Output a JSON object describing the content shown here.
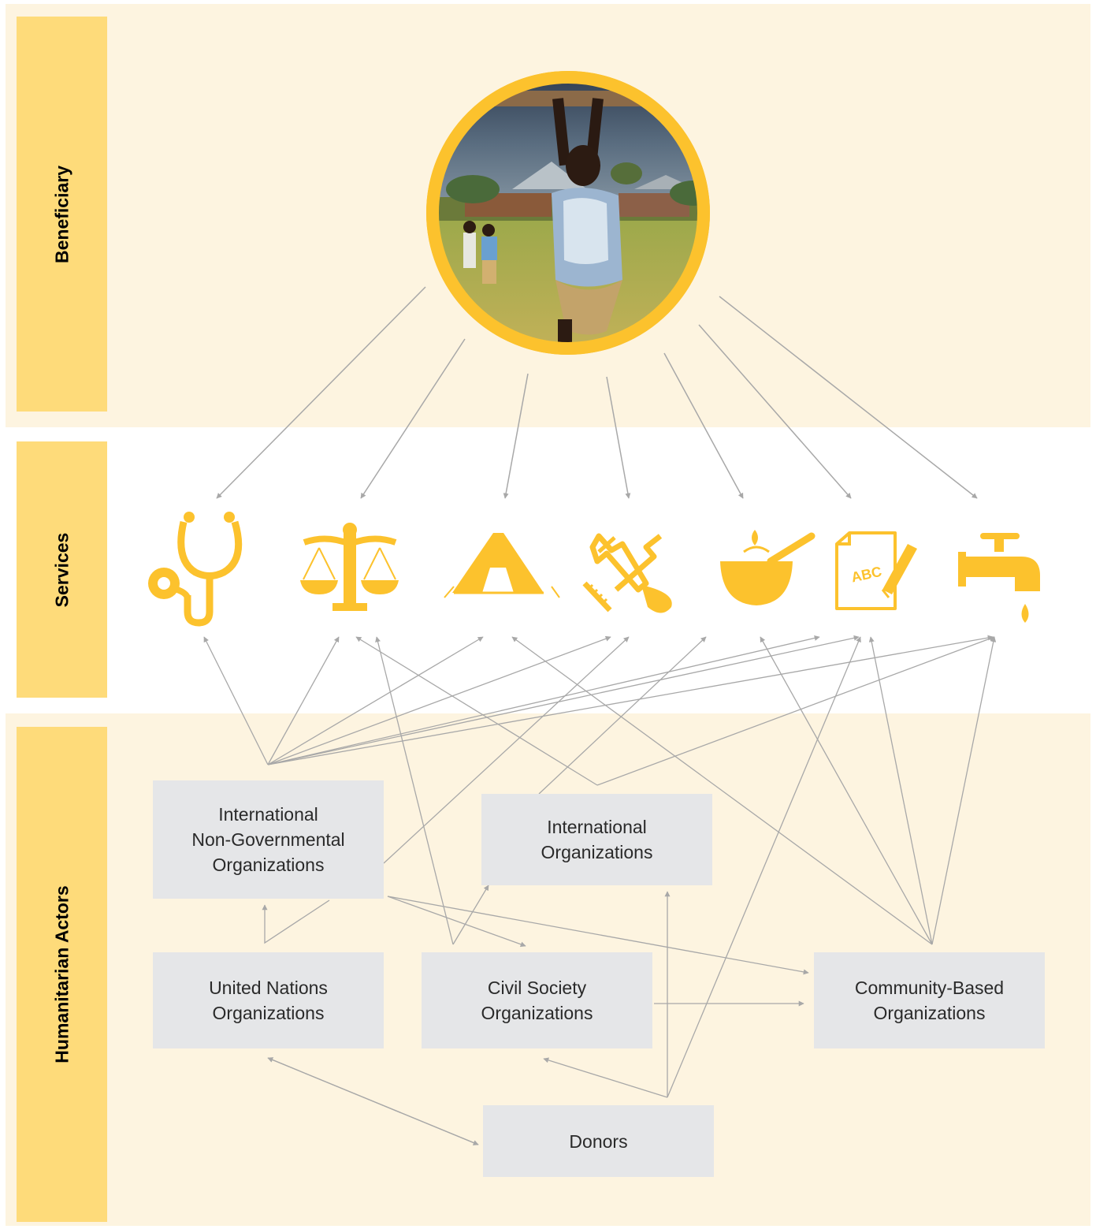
{
  "sections": {
    "beneficiary": "Beneficiary",
    "services": "Services",
    "actors": "Humanitarian Actors"
  },
  "beneficiary": {
    "photo": "beneficiary-photo"
  },
  "services": [
    {
      "id": "health",
      "icon": "stethoscope-icon"
    },
    {
      "id": "protection",
      "icon": "scales-icon"
    },
    {
      "id": "shelter",
      "icon": "tent-icon"
    },
    {
      "id": "livelihoods",
      "icon": "shovel-rake-icon"
    },
    {
      "id": "nutrition",
      "icon": "food-bowl-icon"
    },
    {
      "id": "education",
      "icon": "abc-pencil-icon",
      "icon_text": "ABC"
    },
    {
      "id": "water",
      "icon": "water-tap-icon"
    }
  ],
  "actors": {
    "ingo": "International\nNon-Governmental\nOrganizations",
    "io": "International\nOrganizations",
    "un": "United Nations\nOrganizations",
    "cso": "Civil Society\nOrganizations",
    "cbo": "Community-Based\nOrganizations",
    "donors": "Donors"
  },
  "colors": {
    "accent": "#fcc22d",
    "band": "#fdf4e0",
    "label": "#fedb7a",
    "box": "#e5e6e8",
    "arrow": "#a8a8a8"
  }
}
